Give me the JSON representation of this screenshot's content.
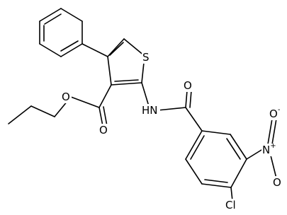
{
  "atoms": {
    "S": {
      "text": "S"
    },
    "O1": {
      "text": "O"
    },
    "O2": {
      "text": "O"
    },
    "HN": {
      "text": "HN"
    },
    "O3": {
      "text": "O"
    },
    "N": {
      "text": "N",
      "charge": "+"
    },
    "O4": {
      "text": "O",
      "charge": "-"
    },
    "O5": {
      "text": "O"
    },
    "Cl": {
      "text": "Cl"
    }
  },
  "colors": {
    "bond": "#000000",
    "label": "#000000",
    "background": "#ffffff"
  }
}
